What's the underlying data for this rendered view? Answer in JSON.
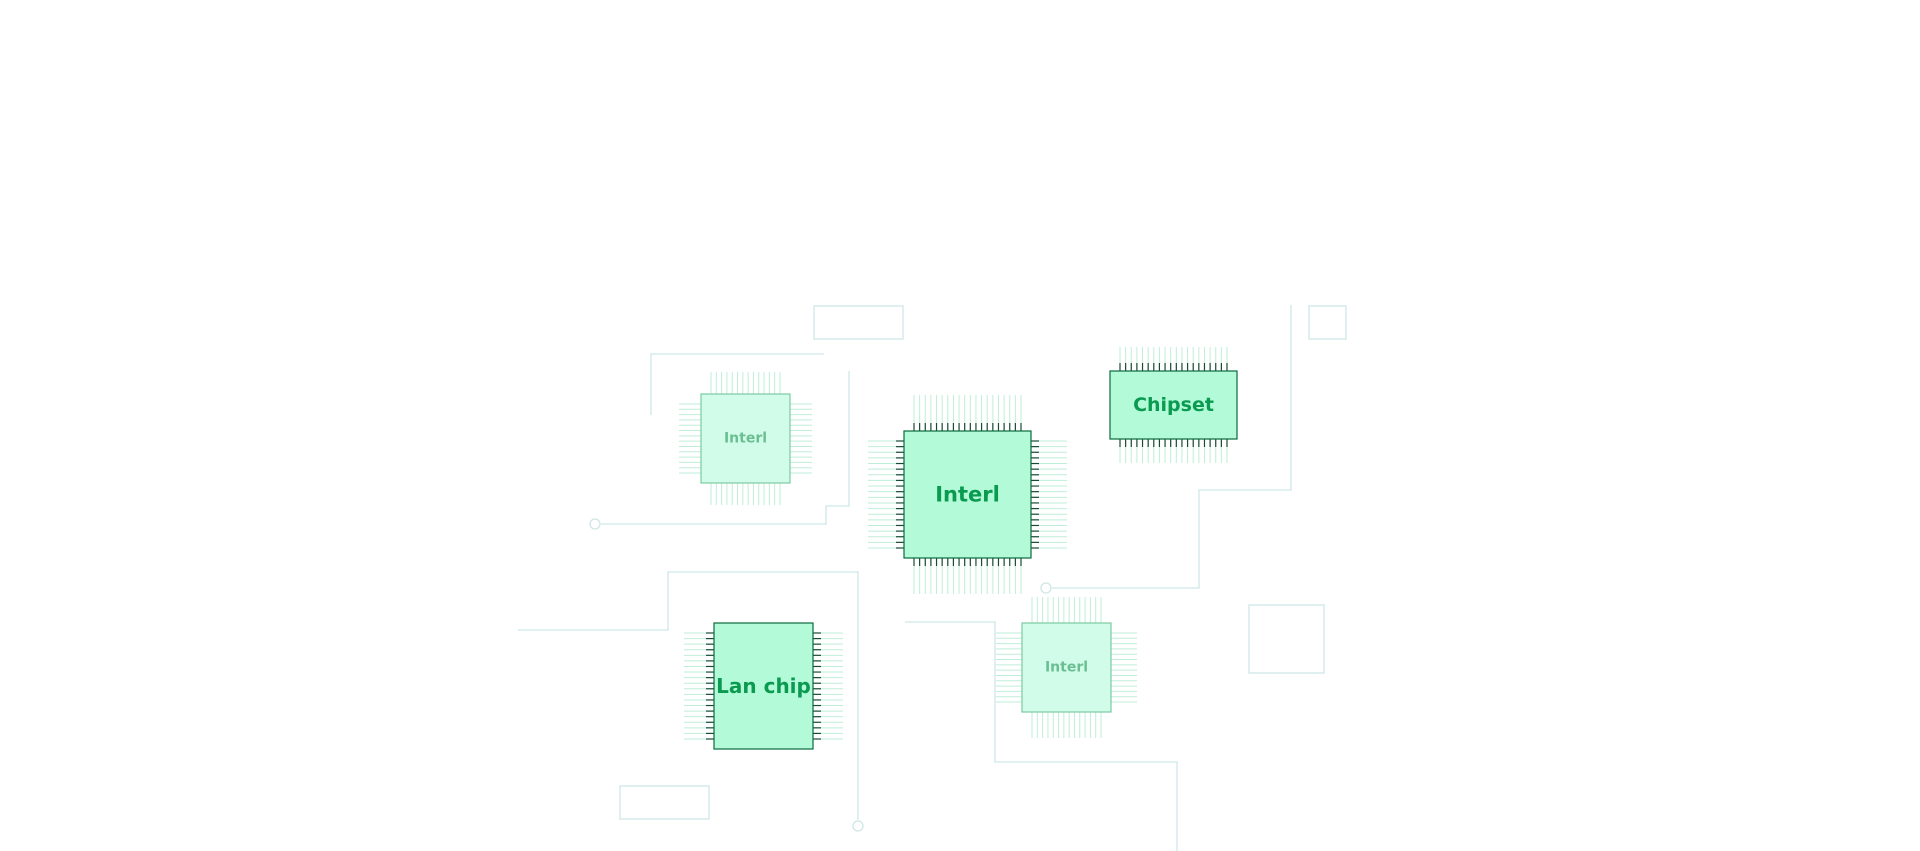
{
  "colors": {
    "chip_fill": "#b2fad8",
    "chip_fill_light": "#d2fcea",
    "chip_stroke": "#0a6a3c",
    "chip_stroke_light": "#7ccaa2",
    "label": "#0a9a50",
    "label_light": "#6abf92",
    "pin_dark": "#1a4a35",
    "pin_light": "#bfeed8",
    "trace": "#cfe6e6"
  },
  "chips": [
    {
      "name": "chip-interl-small-top",
      "label": "Interl",
      "style": "light"
    },
    {
      "name": "chip-interl-main",
      "label": "Interl",
      "style": "strong"
    },
    {
      "name": "chip-chipset",
      "label": "Chipset",
      "style": "strong"
    },
    {
      "name": "chip-lan",
      "label": "Lan chip",
      "style": "strong"
    },
    {
      "name": "chip-interl-small-bottom",
      "label": "Interl",
      "style": "light"
    }
  ]
}
